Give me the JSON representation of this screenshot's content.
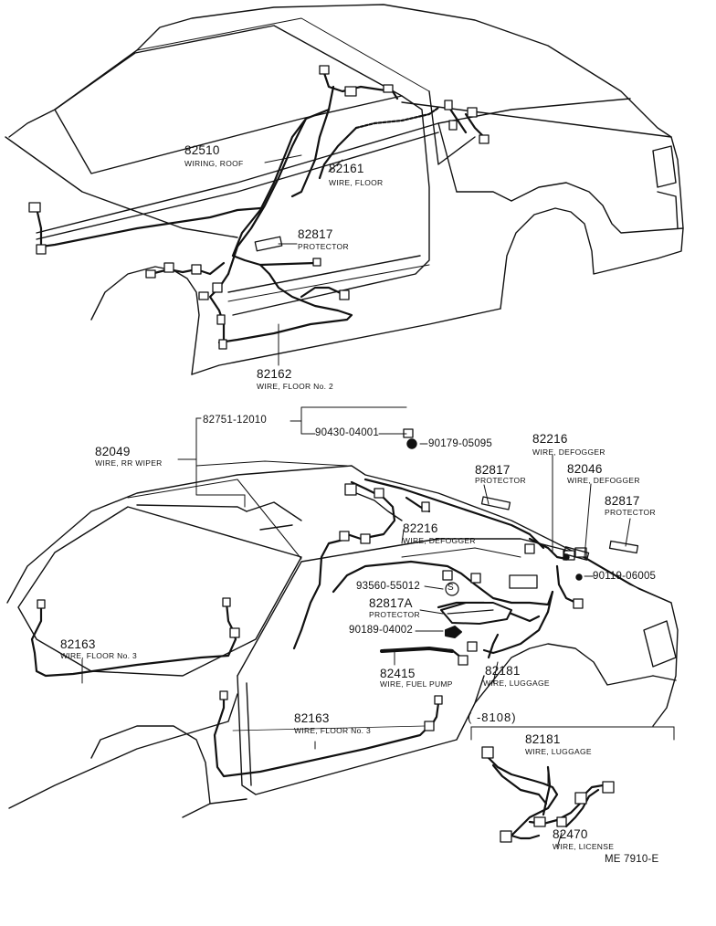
{
  "callouts": {
    "c82510": {
      "num": "82510",
      "desc": "WIRING, ROOF"
    },
    "c82161": {
      "num": "82161",
      "desc": "WIRE, FLOOR"
    },
    "c82817_top": {
      "num": "82817",
      "desc": "PROTECTOR"
    },
    "c82162": {
      "num": "82162",
      "desc": "WIRE, FLOOR No. 2"
    },
    "c82751": {
      "num": "82751-12010"
    },
    "c90430": {
      "num": "90430-04001"
    },
    "c90179": {
      "num": "90179-05095"
    },
    "c82049": {
      "num": "82049",
      "desc": "WIRE, RR WIPER"
    },
    "c82216_a": {
      "num": "82216",
      "desc": "WIRE, DEFOGGER"
    },
    "c82817_b": {
      "num": "82817",
      "desc": "PROTECTOR"
    },
    "c82046": {
      "num": "82046",
      "desc": "WIRE, DEFOGGER"
    },
    "c82817_c": {
      "num": "82817",
      "desc": "PROTECTOR"
    },
    "c82216_b": {
      "num": "82216",
      "desc": "WIRE, DEFOGGER"
    },
    "c93560": {
      "num": "93560-55012"
    },
    "c90119": {
      "num": "90119-06005"
    },
    "c82817A": {
      "num": "82817A",
      "desc": "PROTECTOR"
    },
    "c90189": {
      "num": "90189-04002"
    },
    "c82163_a": {
      "num": "82163",
      "desc": "WIRE, FLOOR No. 3"
    },
    "c82415": {
      "num": "82415",
      "desc": "WIRE, FUEL PUMP"
    },
    "c82181_a": {
      "num": "82181",
      "desc": "WIRE, LUGGAGE"
    },
    "c82163_b": {
      "num": "82163",
      "desc": "WIRE, FLOOR No. 3"
    },
    "c82181_b": {
      "num": "82181",
      "desc": "WIRE, LUGGAGE"
    },
    "c82470": {
      "num": "82470",
      "desc": "WIRE, LICENSE"
    }
  },
  "range_note": "(      -8108)",
  "s_mark": "S",
  "figure_code": "ME 7910-E"
}
